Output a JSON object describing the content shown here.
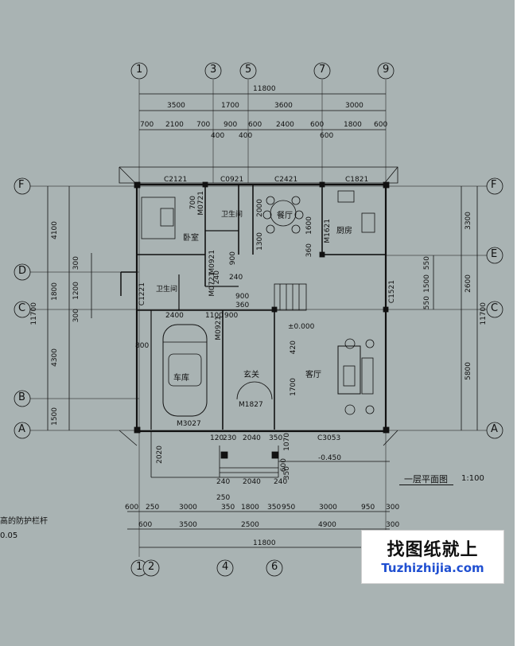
{
  "drawing": {
    "grid_top": [
      "1",
      "3",
      "5",
      "7",
      "9"
    ],
    "grid_bottom": [
      "1",
      "2",
      "4",
      "6"
    ],
    "grid_left": [
      "F",
      "D",
      "C",
      "B",
      "A"
    ],
    "grid_right": [
      "F",
      "E",
      "C",
      "A"
    ],
    "dims_top_total": "11800",
    "dims_top_row2": [
      "3500",
      "1700",
      "3600",
      "3000"
    ],
    "dims_top_row3": [
      "700",
      "2100",
      "700",
      "900",
      "600",
      "2400",
      "600",
      "1800",
      "600"
    ],
    "dims_top_small": [
      "400",
      "400",
      "600"
    ],
    "dims_bottom_row1": [
      "600",
      "250",
      "3000",
      "350",
      "1800",
      "350",
      "950",
      "3000",
      "950",
      "300"
    ],
    "dims_bottom_row2": [
      "600",
      "3500",
      "2500",
      "4900",
      "300"
    ],
    "dims_bottom_total": "11800",
    "dims_left_outer": "11700",
    "dims_left_inner": [
      "4100",
      "1800",
      "300",
      "4300",
      "1500"
    ],
    "dims_left_small": [
      "300",
      "1200"
    ],
    "dims_right_outer": "11700",
    "dims_right_inner": [
      "3300",
      "2600",
      "5800"
    ],
    "dims_right_small": [
      "550",
      "1500",
      "550"
    ],
    "windows": [
      "C2121",
      "C0921",
      "C2421",
      "C1821",
      "C1521",
      "C1221",
      "C3053"
    ],
    "doors": [
      "M0721",
      "M1621",
      "M0921",
      "M0721",
      "M0921",
      "M1827",
      "M3027"
    ],
    "rooms": {
      "bedroom": "卧室",
      "bathroom1": "卫生间",
      "dining": "餐厅",
      "kitchen": "厨房",
      "bathroom2": "卫生间",
      "garage": "车库",
      "foyer": "玄关",
      "living": "客厅"
    },
    "level_zero": "±0.000",
    "level_outside": "-0.450",
    "misc_dims": [
      "2400",
      "1100",
      "800",
      "900",
      "360",
      "900",
      "240",
      "700",
      "900",
      "1300",
      "2000",
      "1600",
      "360",
      "420",
      "1700",
      "2020",
      "240",
      "2040",
      "240",
      "120",
      "230",
      "2040",
      "350",
      "1070",
      "600",
      "350",
      "250",
      "240"
    ]
  },
  "title": {
    "plan_name": "一层平面图",
    "scale": "1:100"
  },
  "notes": {
    "rail": "高的防护栏杆",
    "level": "0.05"
  },
  "watermark": {
    "chinese": "找图纸就上",
    "url": "Tuzhizhijia.com"
  },
  "colors": {
    "background": "#a9b3b3",
    "lines": "#111111",
    "url_blue": "#1f4fd1"
  }
}
